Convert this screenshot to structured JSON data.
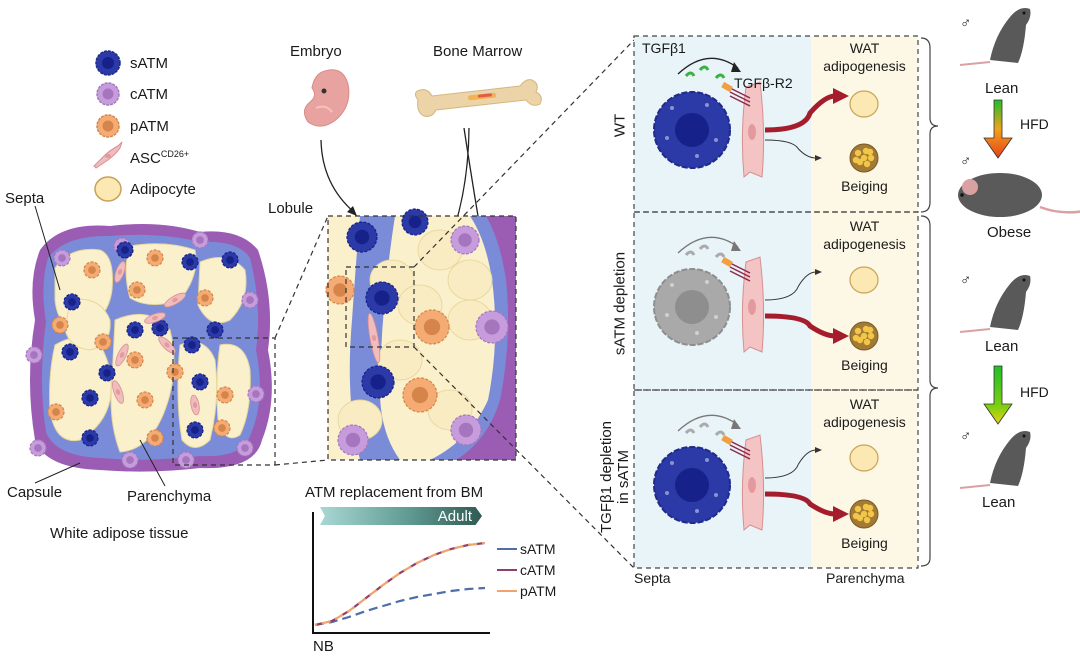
{
  "legend": {
    "items": [
      {
        "key": "satm",
        "label": "sATM",
        "color": "#2c3aa8"
      },
      {
        "key": "catm",
        "label": "cATM",
        "color": "#c49ad8"
      },
      {
        "key": "patm",
        "label": "pATM",
        "color": "#f2a36a"
      },
      {
        "key": "asc",
        "label": "ASC",
        "sup": "CD26+",
        "color": "#eeb5b7"
      },
      {
        "key": "adipocyte",
        "label": "Adipocyte",
        "color": "#f8e4a8"
      }
    ]
  },
  "tissue": {
    "septa_label": "Septa",
    "capsule_label": "Capsule",
    "parenchyma_label": "Parenchyma",
    "caption": "White adipose tissue"
  },
  "origin": {
    "embryo_label": "Embryo",
    "bone_marrow_label": "Bone Marrow",
    "lobule_label": "Lobule"
  },
  "panels": {
    "conditions": [
      {
        "label": "WT",
        "signal_label": "TGFβ1",
        "receptor_label": "TGFβ-R2",
        "top_label_1": "WAT",
        "top_label_2": "adipogenesis",
        "bottom_label": "Beiging",
        "dominant": "adipogenesis"
      },
      {
        "label": "sATM depletion",
        "top_label_1": "WAT",
        "top_label_2": "adipogenesis",
        "bottom_label": "Beiging",
        "dominant": "beiging"
      },
      {
        "label_1": "TGFβ1 depletion",
        "label_2": "in sATM",
        "top_label_1": "WAT",
        "top_label_2": "adipogenesis",
        "bottom_label": "Beiging",
        "dominant": "beiging"
      }
    ],
    "septa_label": "Septa",
    "parenchyma_label": "Parenchyma"
  },
  "outcomes": {
    "male_symbol": "♂",
    "groups": [
      {
        "before": "Lean",
        "diet": "HFD",
        "after": "Obese",
        "arrow": "green-to-red"
      },
      {
        "before": "Lean",
        "diet": "HFD",
        "after": "Lean",
        "arrow": "green-to-yellow"
      }
    ]
  },
  "colors": {
    "septa_bg": "#e8f4f8",
    "parenchyma_bg": "#fdf8e6",
    "satm": "#2c3aa8",
    "satm_depleted": "#a8a8a8",
    "red_arrow": "#a51d2d"
  },
  "chart_data": {
    "type": "line",
    "title": "ATM replacement from BM",
    "phase_label": "Adult",
    "xlabel": "NB",
    "ylabel": "",
    "x": [
      0,
      1,
      2,
      3,
      4,
      5,
      6,
      7,
      8,
      9,
      10
    ],
    "ylim": [
      0,
      1
    ],
    "series": [
      {
        "name": "sATM",
        "color": "#4e6fa8",
        "values": [
          0,
          0.03,
          0.08,
          0.14,
          0.19,
          0.24,
          0.28,
          0.31,
          0.34,
          0.36,
          0.37
        ]
      },
      {
        "name": "cATM",
        "color": "#8e3f6e",
        "values": [
          0,
          0.04,
          0.14,
          0.27,
          0.4,
          0.52,
          0.62,
          0.7,
          0.76,
          0.8,
          0.82
        ]
      },
      {
        "name": "pATM",
        "color": "#f2a36a",
        "values": [
          0,
          0.04,
          0.14,
          0.27,
          0.4,
          0.52,
          0.62,
          0.7,
          0.76,
          0.8,
          0.82
        ]
      }
    ],
    "grid": false,
    "legend_position": "right"
  }
}
